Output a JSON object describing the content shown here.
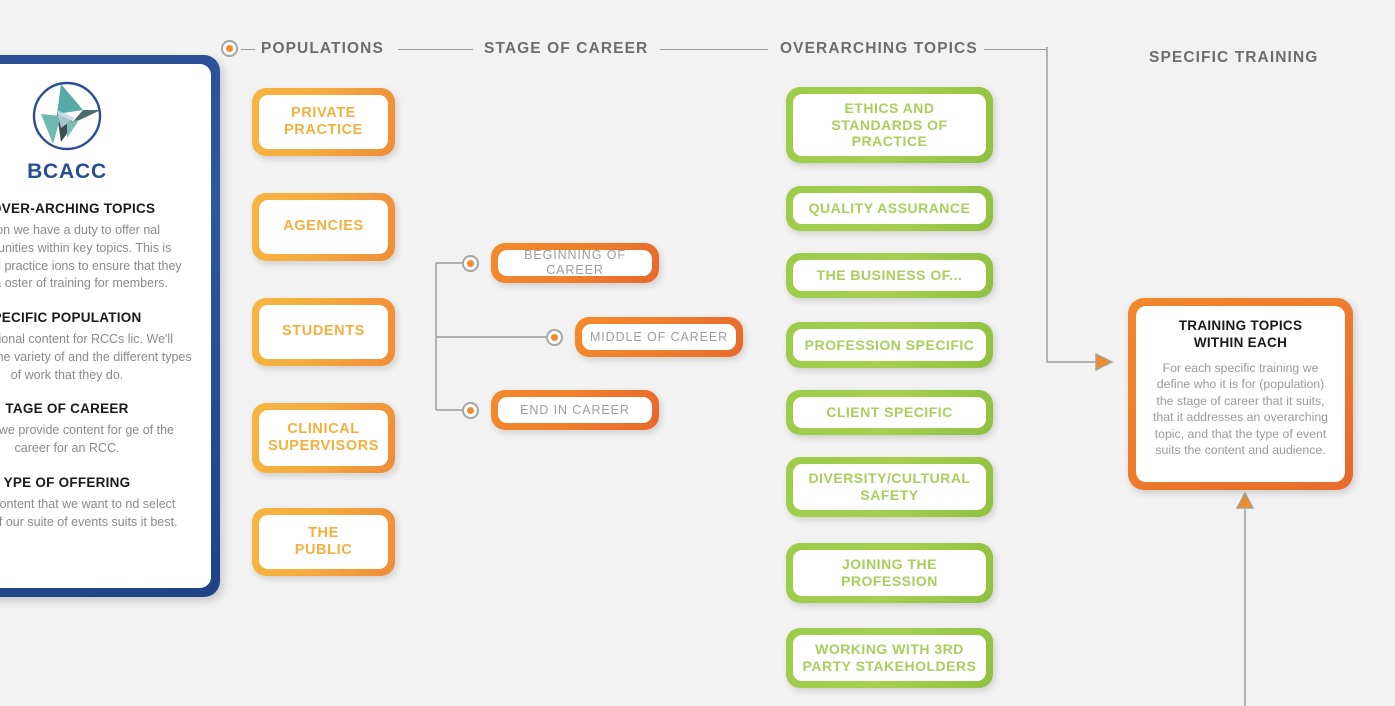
{
  "brand": {
    "name": "BCACC",
    "logo_icon": "bcacc-logo-icon"
  },
  "info_panel": {
    "sections": [
      {
        "heading": "L OVER-ARCHING TOPICS",
        "body": "ciation we have a duty to offer nal opportunities within key topics. This is standard practice ions to ensure that they offer a oster of training for members."
      },
      {
        "heading": "PECIFIC POPULATION",
        "body": "educational content for RCCs lic. We'll consider the variety of and the different types of work that they do."
      },
      {
        "heading": "TAGE OF CAREER",
        "body": "re that we provide content for ge of the career for an RCC."
      },
      {
        "heading": "YPE OF OFFERING",
        "body": "at the content that we want to nd select which of our suite of events suits it best."
      }
    ]
  },
  "headers": {
    "populations": "POPULATIONS",
    "stage_of_career": "STAGE OF CAREER",
    "overarching_topics": "OVERARCHING TOPICS",
    "specific_training": "SPECIFIC TRAINING"
  },
  "colors": {
    "populations_accent": "#f4b03f",
    "career_accent": "#ef7f2c",
    "topics_accent": "#a9ce5c",
    "training_accent": "#ee7b2c",
    "panel_blue": "#2a4d93",
    "line_gray": "#9a9a9a",
    "background": "#f2f2f2"
  },
  "populations": [
    {
      "label": "PRIVATE\nPRACTICE"
    },
    {
      "label": "AGENCIES"
    },
    {
      "label": "STUDENTS"
    },
    {
      "label": "CLINICAL\nSUPERVISORS"
    },
    {
      "label": "THE\nPUBLIC"
    }
  ],
  "stages_of_career": [
    {
      "label": "BEGINNING OF CAREER"
    },
    {
      "label": "MIDDLE OF CAREER"
    },
    {
      "label": "END IN CAREER"
    }
  ],
  "overarching_topics": [
    {
      "label": "ETHICS AND\nSTANDARDS OF\nPRACTICE"
    },
    {
      "label": "QUALITY ASSURANCE"
    },
    {
      "label": "THE BUSINESS OF..."
    },
    {
      "label": "PROFESSION SPECIFIC"
    },
    {
      "label": "CLIENT SPECIFIC"
    },
    {
      "label": "DIVERSITY/CULTURAL\nSAFETY"
    },
    {
      "label": "JOINING THE\nPROFESSION"
    },
    {
      "label": "WORKING WITH 3RD\nPARTY STAKEHOLDERS"
    }
  ],
  "training_card": {
    "title": "TRAINING TOPICS\nWITHIN EACH",
    "body": "For each specific training we define who it is for (population) the stage of career that it suits, that it addresses an overarching topic, and that the type of event suits the content and audience."
  }
}
